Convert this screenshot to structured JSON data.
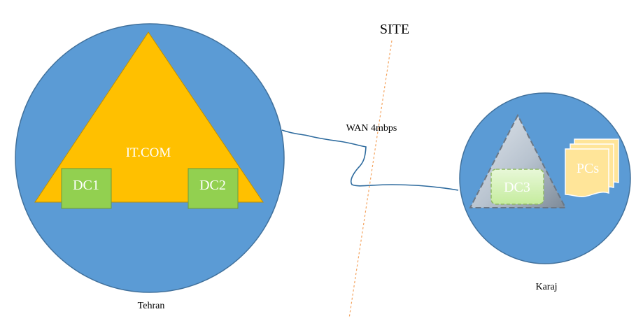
{
  "site_label": "SITE",
  "wan_label": "WAN 4mbps",
  "domain_label": "IT.COM",
  "tehran": {
    "label": "Tehran",
    "dc1": "DC1",
    "dc2": "DC2"
  },
  "karaj": {
    "label": "Karaj",
    "dc3": "DC3",
    "pcs": "PCs"
  },
  "colors": {
    "site_circle": "#5b9bd5",
    "site_circle_border": "#41719c",
    "domain_triangle": "#ffc000",
    "dc_box": "#92d050",
    "dc_box_border": "#6d9a3a",
    "wan_link": "#2e6b9e",
    "site_boundary": "#f4a460",
    "pcs_doc": "#ffe599"
  }
}
